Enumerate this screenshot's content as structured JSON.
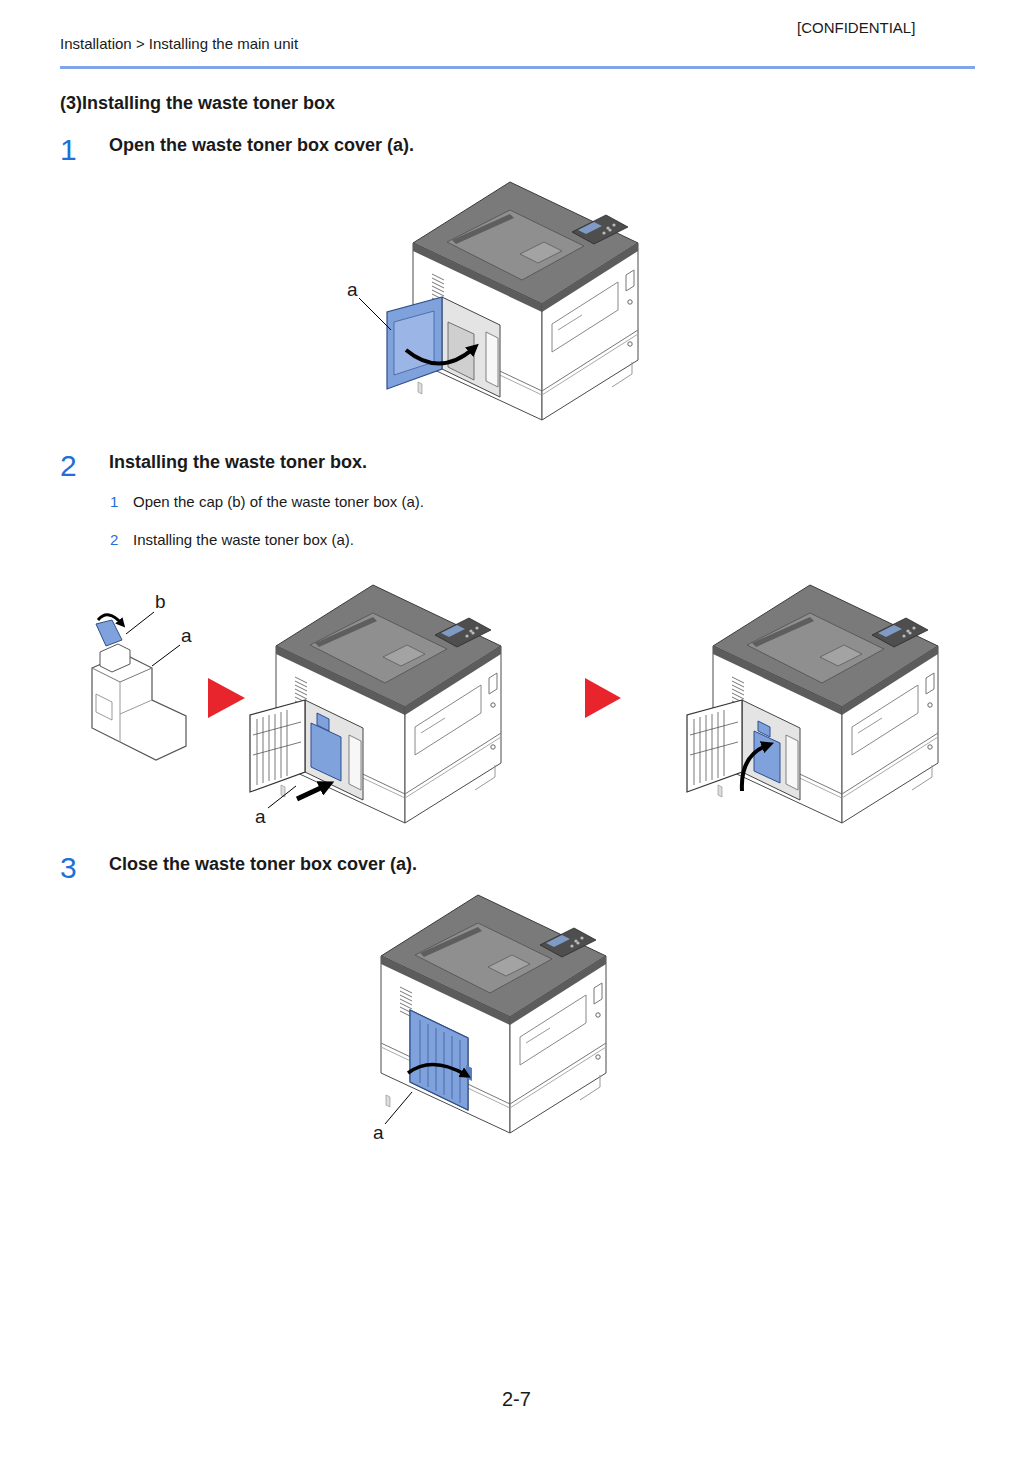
{
  "diagram": {
    "title": "(3)Installing the waste toner box",
    "labels": [
      "Installation > Installing the main unit",
      "[CONFIDENTIAL]",
      "1",
      "Open the waste toner box cover (a).",
      "a",
      "2",
      "Installing the waste toner box.",
      "1",
      "Open the cap (b) of the waste toner box (a).",
      "2",
      "Installing the waste toner box (a).",
      "b",
      "a",
      "a",
      "3",
      "Close the waste toner box cover (a).",
      "a",
      "2-7"
    ]
  }
}
